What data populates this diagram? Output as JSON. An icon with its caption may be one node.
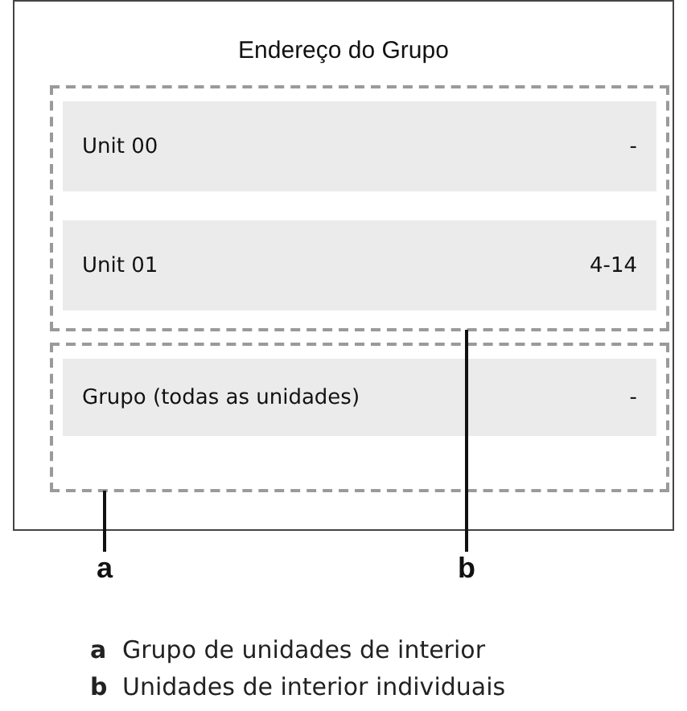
{
  "diagram": {
    "nodes": [
      {
        "text": [
          "Endereço do Grupo"
        ]
      },
      {
        "text": [],
        "shape": "box",
        "in": 0
      },
      {
        "text": [
          "Unit 00",
          "-"
        ],
        "in": 1
      },
      {
        "text": [
          "Unit 01",
          "4-14"
        ],
        "in": 1
      },
      {
        "text": [],
        "shape": "box",
        "in": 0
      },
      {
        "text": [
          "Grupo (todas as unidades)",
          "-"
        ],
        "in": 4
      },
      {
        "text": [
          "a"
        ]
      },
      {
        "text": [
          "b"
        ]
      }
    ],
    "edges": [
      {
        "from": 6,
        "to": 4,
        "arrow": "none"
      },
      {
        "from": 7,
        "to": 1,
        "arrow": "none"
      }
    ],
    "labels": [
      "a",
      "Grupo de unidades de interior",
      "b",
      "Unidades de interior individuais"
    ]
  }
}
